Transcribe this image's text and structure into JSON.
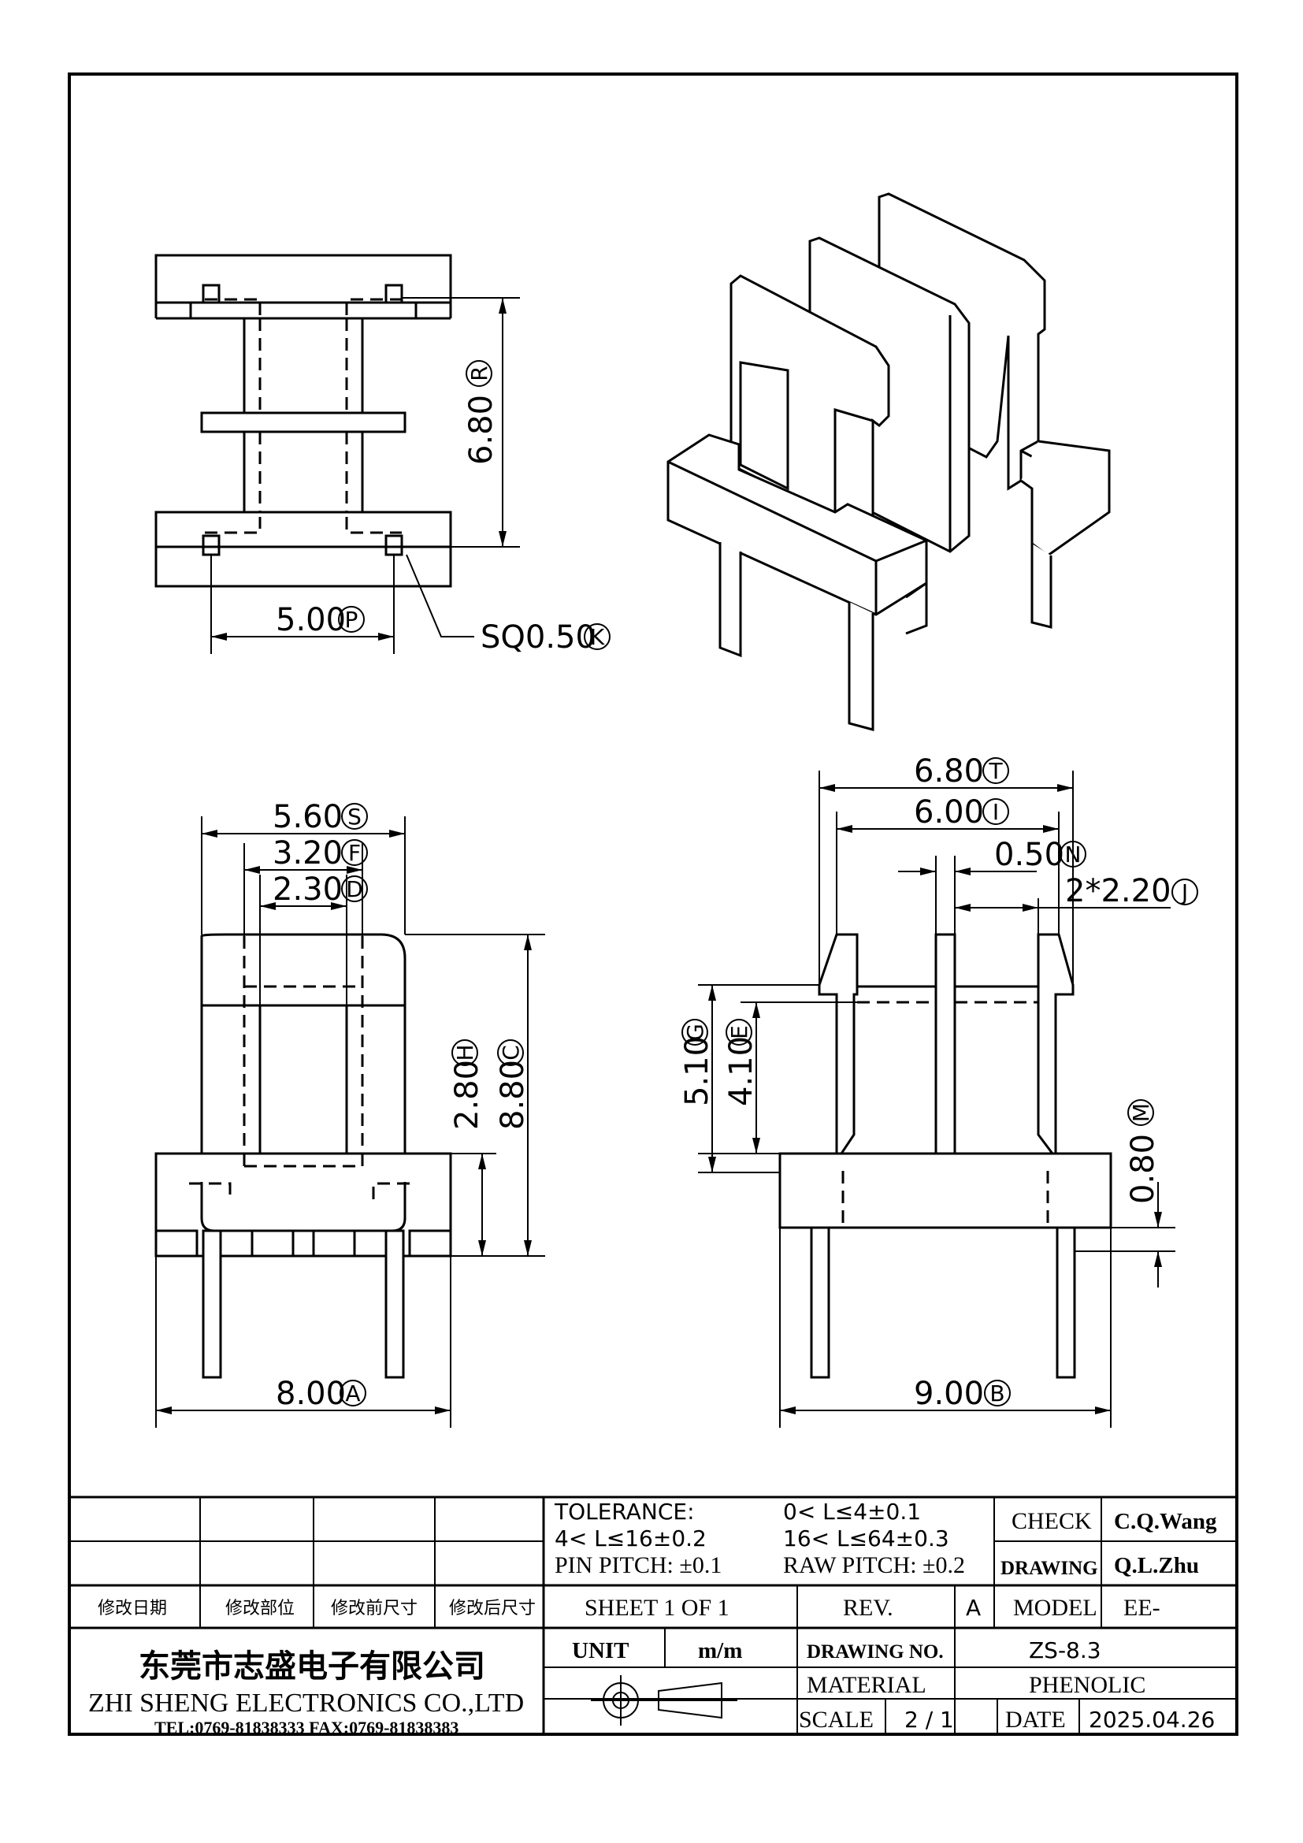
{
  "dimensions": {
    "r_height": "6.80",
    "r_label": "R",
    "p_pitch": "5.00",
    "p_label": "P",
    "k_pin": "SQ0.50",
    "k_label": "K",
    "s_width": "5.60",
    "s_label": "S",
    "f_width": "3.20",
    "f_label": "F",
    "d_width": "2.30",
    "d_label": "D",
    "h_height": "2.80",
    "h_label": "H",
    "c_height": "8.80",
    "c_label": "C",
    "a_width": "8.00",
    "a_label": "A",
    "t_width": "6.80",
    "t_label": "T",
    "i_width": "6.00",
    "i_label": "I",
    "n_width": "0.50",
    "n_label": "N",
    "j_width": "2*2.20",
    "j_label": "J",
    "g_height": "5.10",
    "g_label": "G",
    "e_height": "4.10",
    "e_label": "E",
    "m_height": "0.80",
    "m_label": "M",
    "b_width": "9.00",
    "b_label": "B"
  },
  "title_block": {
    "tolerance_label": "TOLERANCE:",
    "tol_1": "0< L≤4±0.1",
    "tol_2": "4< L≤16±0.2",
    "tol_3": "16< L≤64±0.3",
    "tol_4": "PIN PITCH: ±0.1",
    "tol_5": "RAW PITCH: ±0.2",
    "check_label": "CHECK",
    "check_value": "C.Q.Wang",
    "drawing_label": "DRAWING",
    "drawing_value": "Q.L.Zhu",
    "rev_date": "修改日期",
    "rev_part": "修改部位",
    "rev_before": "修改前尺寸",
    "rev_after": "修改后尺寸",
    "sheet": "SHEET 1 OF 1",
    "rev_label": "REV.",
    "rev_value": "A",
    "model_label": "MODEL",
    "model_value": "EE-",
    "company_cn": "东莞市志盛电子有限公司",
    "company_en": "ZHI SHENG ELECTRONICS CO.,LTD",
    "tel": "TEL:0769-81838333 FAX:0769-81838383",
    "unit_label": "UNIT",
    "unit_value": "m/m",
    "drawing_no_label": "DRAWING NO.",
    "drawing_no_value": "ZS-8.3",
    "material_label": "MATERIAL",
    "material_value": "PHENOLIC",
    "scale_label": "SCALE",
    "scale_value": "2 / 1",
    "date_label": "DATE",
    "date_value": "2025.04.26"
  }
}
